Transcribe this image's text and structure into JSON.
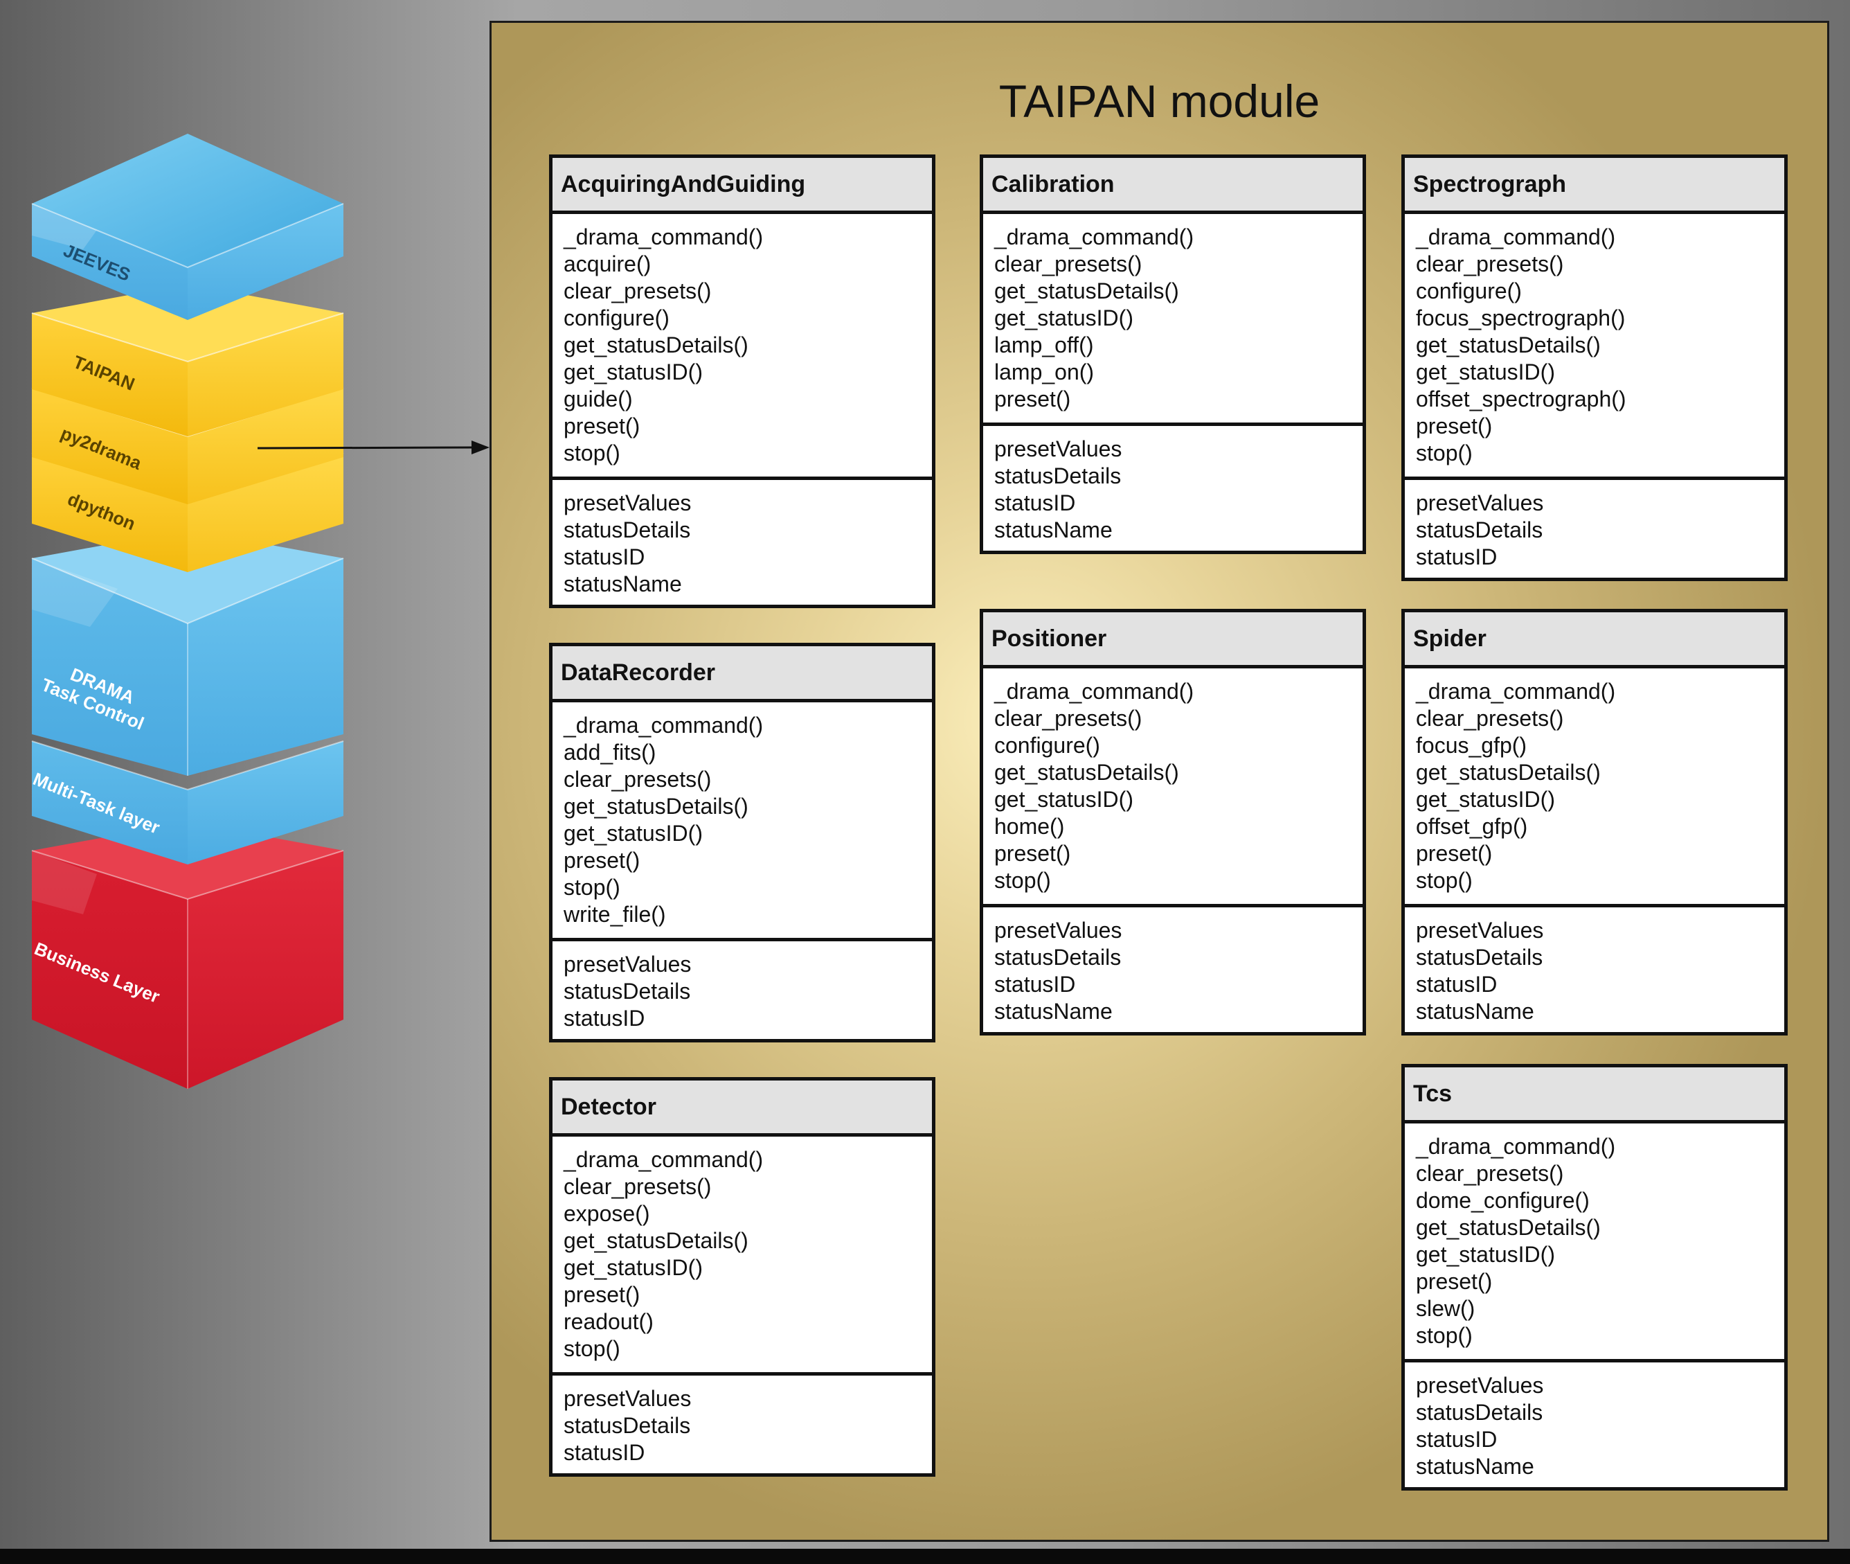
{
  "stack": {
    "layers": [
      {
        "label": "JEEVES"
      },
      {
        "label": "TAIPAN"
      },
      {
        "label": "py2drama"
      },
      {
        "label": "dpython"
      },
      {
        "label": "DRAMA"
      },
      {
        "label": "Task Control"
      },
      {
        "label": "Multi-Task layer"
      },
      {
        "label": "Business Layer"
      }
    ],
    "colors": {
      "blue": "#5ab3e6",
      "yellow": "#f7c41b",
      "red": "#d3182b"
    }
  },
  "module": {
    "title": "TAIPAN module",
    "classes": [
      {
        "name": "AcquiringAndGuiding",
        "methods": [
          "_drama_command()",
          "acquire()",
          "clear_presets()",
          "configure()",
          "get_statusDetails()",
          "get_statusID()",
          "guide()",
          "preset()",
          "stop()"
        ],
        "attributes": [
          "presetValues",
          "statusDetails",
          "statusID",
          "statusName"
        ]
      },
      {
        "name": "DataRecorder",
        "methods": [
          "_drama_command()",
          "add_fits()",
          "clear_presets()",
          "get_statusDetails()",
          "get_statusID()",
          "preset()",
          "stop()",
          "write_file()"
        ],
        "attributes": [
          "presetValues",
          "statusDetails",
          "statusID"
        ]
      },
      {
        "name": "Detector",
        "methods": [
          "_drama_command()",
          "clear_presets()",
          "expose()",
          "get_statusDetails()",
          "get_statusID()",
          "preset()",
          "readout()",
          "stop()"
        ],
        "attributes": [
          "presetValues",
          "statusDetails",
          "statusID"
        ]
      },
      {
        "name": "Calibration",
        "methods": [
          "_drama_command()",
          "clear_presets()",
          "get_statusDetails()",
          "get_statusID()",
          "lamp_off()",
          "lamp_on()",
          "preset()"
        ],
        "attributes": [
          "presetValues",
          "statusDetails",
          "statusID",
          "statusName"
        ]
      },
      {
        "name": "Positioner",
        "methods": [
          "_drama_command()",
          "clear_presets()",
          "configure()",
          "get_statusDetails()",
          "get_statusID()",
          "home()",
          "preset()",
          "stop()"
        ],
        "attributes": [
          "presetValues",
          "statusDetails",
          "statusID",
          "statusName"
        ]
      },
      {
        "name": "Spectrograph",
        "methods": [
          "_drama_command()",
          "clear_presets()",
          "configure()",
          "focus_spectrograph()",
          "get_statusDetails()",
          "get_statusID()",
          "offset_spectrograph()",
          "preset()",
          "stop()"
        ],
        "attributes": [
          "presetValues",
          "statusDetails",
          "statusID"
        ]
      },
      {
        "name": "Spider",
        "methods": [
          "_drama_command()",
          "clear_presets()",
          "focus_gfp()",
          "get_statusDetails()",
          "get_statusID()",
          "offset_gfp()",
          "preset()",
          "stop()"
        ],
        "attributes": [
          "presetValues",
          "statusDetails",
          "statusID",
          "statusName"
        ]
      },
      {
        "name": "Tcs",
        "methods": [
          "_drama_command()",
          "clear_presets()",
          "dome_configure()",
          "get_statusDetails()",
          "get_statusID()",
          "preset()",
          "slew()",
          "stop()"
        ],
        "attributes": [
          "presetValues",
          "statusDetails",
          "statusID",
          "statusName"
        ]
      }
    ]
  }
}
